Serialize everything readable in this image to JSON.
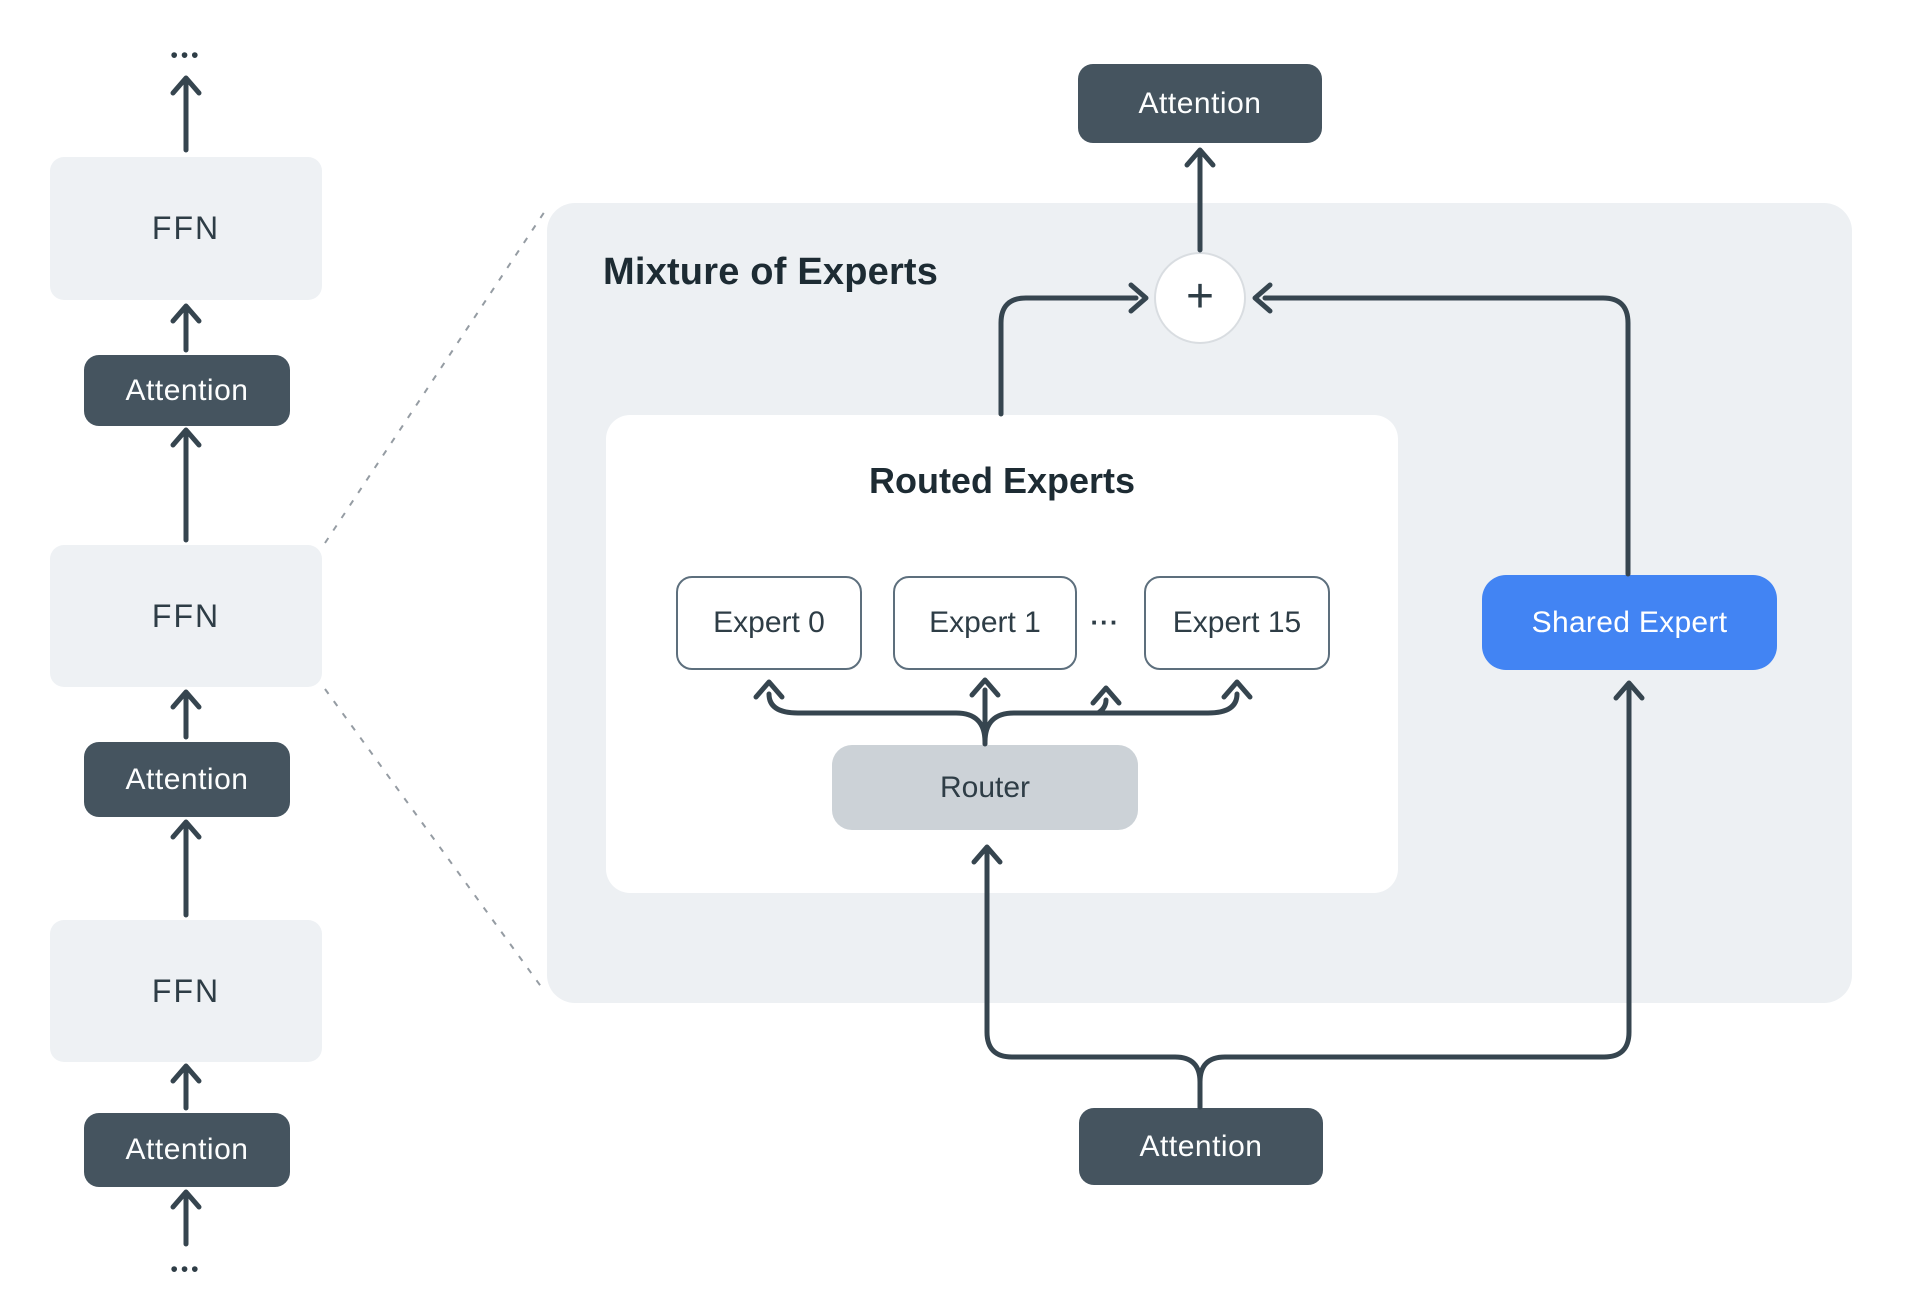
{
  "left_stack": {
    "ellipsis_top": "•••",
    "ellipsis_bottom": "•••",
    "blocks": [
      {
        "label": "FFN"
      },
      {
        "label": "Attention"
      },
      {
        "label": "FFN"
      },
      {
        "label": "Attention"
      },
      {
        "label": "FFN"
      },
      {
        "label": "Attention"
      }
    ]
  },
  "moe": {
    "title": "Mixture of Experts",
    "attention_top": "Attention",
    "attention_bottom": "Attention",
    "plus_label": "+",
    "routed": {
      "title": "Routed Experts",
      "experts": [
        {
          "label": "Expert 0"
        },
        {
          "label": "Expert 1"
        },
        {
          "label": "Expert 15"
        }
      ],
      "ellipsis": "···"
    },
    "router_label": "Router",
    "shared_expert_label": "Shared Expert"
  },
  "colors": {
    "stroke": "#36454f",
    "dark": "#45545f",
    "blue": "#4284f3",
    "panel": "#edf0f3",
    "ffn": "#eef1f4",
    "router": "#ccd2d7",
    "expertborder": "#5d6f7d",
    "textdark": "#2e3d46",
    "title": "#1d2b33",
    "dashed": "#959ca3",
    "circleborder": "#d9dde1",
    "white": "#ffffff"
  }
}
